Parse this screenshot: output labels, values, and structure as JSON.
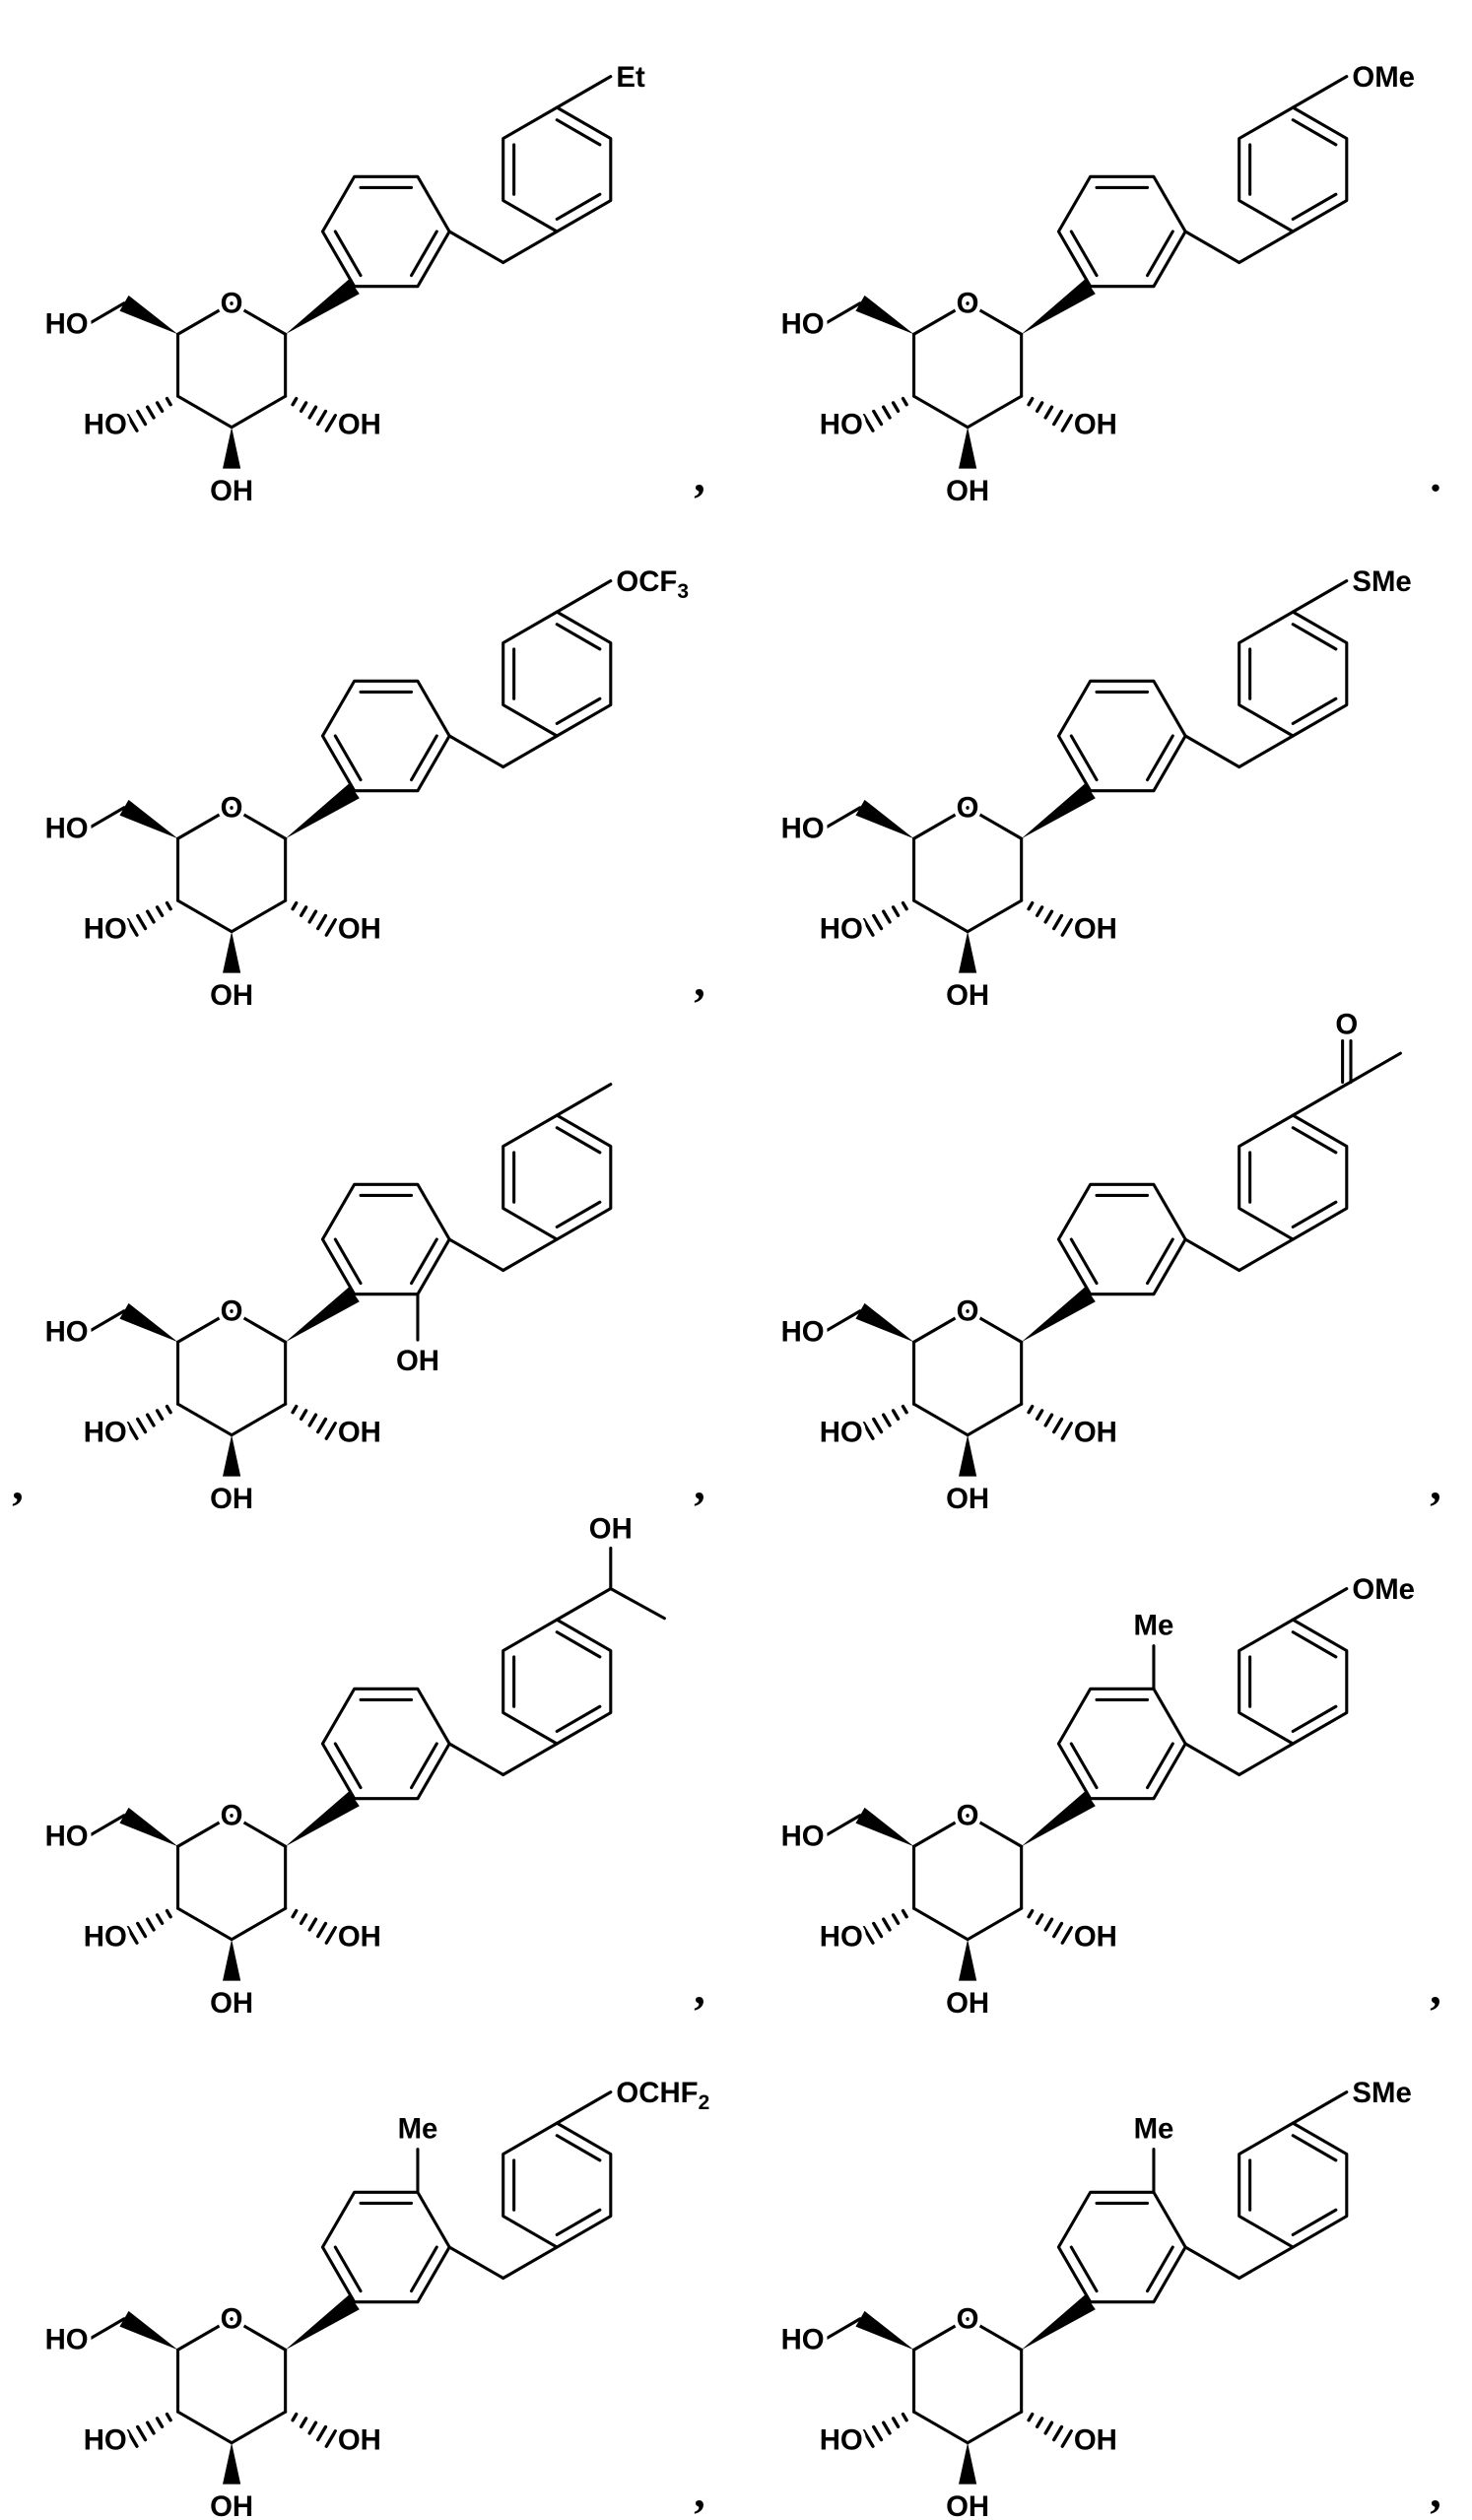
{
  "document": {
    "type": "chemical-structure-sheet",
    "background_color": "#ffffff",
    "ink_color": "#000000",
    "grid": {
      "rows": 5,
      "columns": 2
    }
  },
  "scaffold_labels": {
    "ring_oxygen": "O",
    "hydroxymethyl": "HO",
    "c4_hydroxyl": "HO",
    "c3_hydroxyl": "OH",
    "c2_hydroxyl": "OH"
  },
  "compounds": [
    {
      "cell": "row1-col1",
      "terminal_substituent": {
        "kind": "label",
        "text": "Et",
        "subscript": ""
      },
      "central_substituents": {},
      "separator_after": ","
    },
    {
      "cell": "row1-col2",
      "terminal_substituent": {
        "kind": "label",
        "text": "OMe",
        "subscript": ""
      },
      "central_substituents": {},
      "separator_after": "."
    },
    {
      "cell": "row2-col1",
      "terminal_substituent": {
        "kind": "label",
        "text": "OCF",
        "subscript": "3"
      },
      "central_substituents": {},
      "separator_after": ","
    },
    {
      "cell": "row2-col2",
      "terminal_substituent": {
        "kind": "label",
        "text": "SMe",
        "subscript": ""
      },
      "central_substituents": {},
      "separator_after": ""
    },
    {
      "cell": "row3-col1",
      "terminal_substituent": {
        "kind": "methyl"
      },
      "central_substituents": {
        "hydroxyl": "OH"
      },
      "separator_after": ",",
      "separator_before": ","
    },
    {
      "cell": "row3-col2",
      "terminal_substituent": {
        "kind": "acetyl",
        "oxygen_label": "O"
      },
      "central_substituents": {},
      "separator_after": ","
    },
    {
      "cell": "row4-col1",
      "terminal_substituent": {
        "kind": "hydroxyethyl",
        "hydroxyl_label": "OH"
      },
      "central_substituents": {},
      "separator_after": ","
    },
    {
      "cell": "row4-col2",
      "terminal_substituent": {
        "kind": "label",
        "text": "OMe",
        "subscript": ""
      },
      "central_substituents": {
        "methyl": "Me"
      },
      "separator_after": ","
    },
    {
      "cell": "row5-col1",
      "terminal_substituent": {
        "kind": "label",
        "text": "OCHF",
        "subscript": "2"
      },
      "central_substituents": {
        "methyl": "Me"
      },
      "separator_after": ","
    },
    {
      "cell": "row5-col2",
      "terminal_substituent": {
        "kind": "label",
        "text": "SMe",
        "subscript": ""
      },
      "central_substituents": {
        "methyl": "Me"
      },
      "separator_after": ","
    }
  ]
}
